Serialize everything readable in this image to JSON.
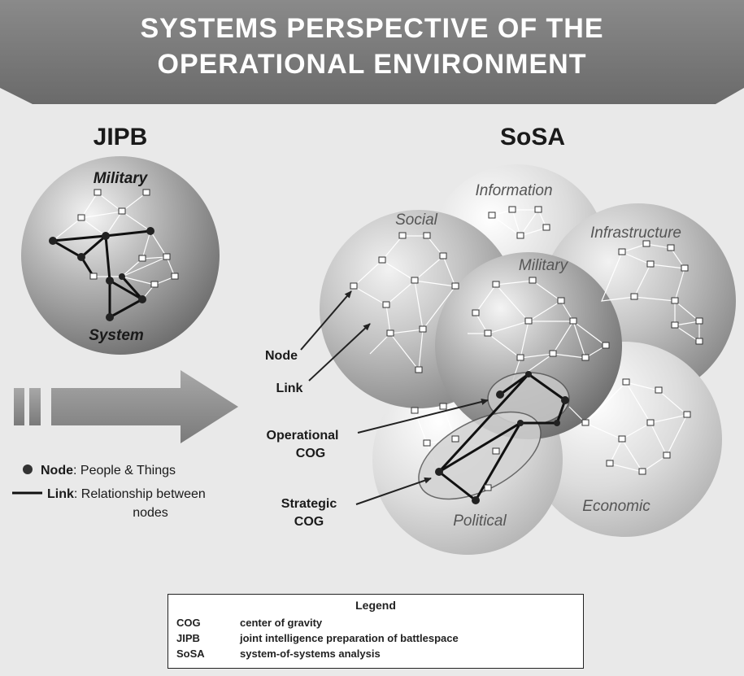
{
  "title": {
    "line1": "SYSTEMS PERSPECTIVE OF THE",
    "line2": "OPERATIONAL ENVIRONMENT"
  },
  "jipb": {
    "heading": "JIPB",
    "sphere_top_label": "Military",
    "sphere_bottom_label": "System"
  },
  "sosa": {
    "heading": "SoSA",
    "spheres": {
      "information": "Information",
      "social": "Social",
      "infrastructure": "Infrastructure",
      "military": "Military",
      "political": "Political",
      "economic": "Economic"
    },
    "callouts": {
      "node": "Node",
      "link": "Link",
      "operational_cog_1": "Operational",
      "operational_cog_2": "COG",
      "strategic_cog_1": "Strategic",
      "strategic_cog_2": "COG"
    }
  },
  "key": {
    "node_term": "Node",
    "node_desc": ": People & Things",
    "link_term": "Link",
    "link_desc_1": ": Relationship between",
    "link_desc_2": "nodes"
  },
  "legend": {
    "title": "Legend",
    "entries": [
      {
        "abbr": "COG",
        "meaning": "center of gravity"
      },
      {
        "abbr": "JIPB",
        "meaning": "joint intelligence preparation of battlespace"
      },
      {
        "abbr": "SoSA",
        "meaning": "system-of-systems analysis"
      }
    ]
  }
}
